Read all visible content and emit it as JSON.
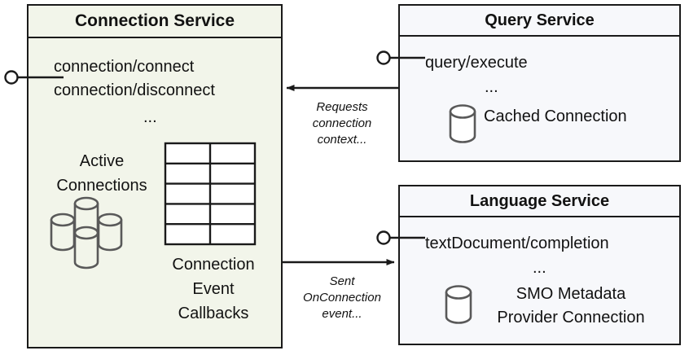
{
  "diagram": {
    "type": "uml-component-diagram",
    "colors": {
      "connection_service_fill": "#F2F5EA",
      "service_fill": "#F7F8FB",
      "border": "#1A1A1A",
      "icon_stroke": "#595959",
      "text": "#121212"
    }
  },
  "connection_service": {
    "title": "Connection Service",
    "operations": [
      "connection/connect",
      "connection/disconnect"
    ],
    "ellipsis": "...",
    "active_connections_label": "Active\nConnections",
    "active_connections_label_line1": "Active",
    "active_connections_label_line2": "Connections",
    "callbacks_label_line1": "Connection",
    "callbacks_label_line2": "Event",
    "callbacks_label_line3": "Callbacks",
    "icons": {
      "cluster": "database-cluster-icon",
      "table": "table-grid-icon"
    },
    "provided_interface": "lollipop-connector"
  },
  "query_service": {
    "title": "Query Service",
    "operations": [
      "query/execute"
    ],
    "ellipsis": "...",
    "resource_label": "Cached Connection",
    "icons": {
      "database": "database-cylinder-icon"
    },
    "provided_interface": "lollipop-connector"
  },
  "language_service": {
    "title": "Language Service",
    "operations": [
      "textDocument/completion"
    ],
    "ellipsis": "...",
    "resource_label_line1": "SMO Metadata",
    "resource_label_line2": "Provider Connection",
    "icons": {
      "database": "database-cylinder-icon"
    },
    "provided_interface": "lollipop-connector"
  },
  "connectors": {
    "query_to_connection": {
      "label": "Requests\nconnection\ncontext...",
      "direction": "query-service-to-connection-service"
    },
    "connection_to_language": {
      "label": "Sent\nOnConnection\nevent...",
      "direction": "connection-service-to-language-service"
    }
  }
}
